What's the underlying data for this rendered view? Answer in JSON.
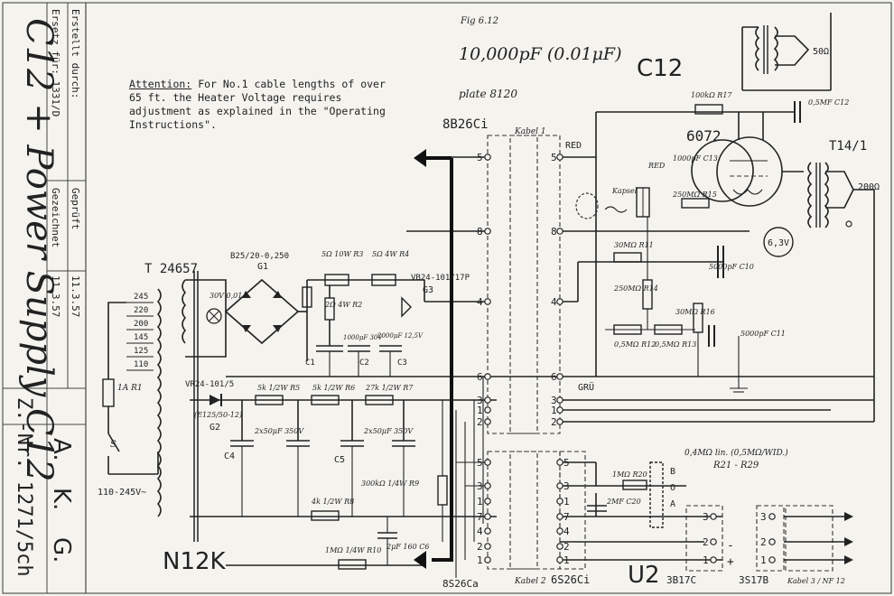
{
  "title_block": {
    "side_title": "C12 + Power Supply C12",
    "ersetzt_fuer": "Ersetz für: 1331/D",
    "erstellt_durch": "Erstellt durch:",
    "gepruft": "Geprüft",
    "gezeichnet": "Gezeichnet",
    "date1": "11.3.57",
    "date2": "11.3.57",
    "zeichnung_nr": "Z.-Nr. 1271/5ch",
    "company": [
      "A.",
      "K.",
      "G."
    ]
  },
  "notes": {
    "attention_head": "Attention:",
    "attention_body": "For No.1 cable lengths of over 65 ft. the Heater Voltage requires adjustment as explained in the \"Operating Instructions\".",
    "fig": "Fig 6.12",
    "capacitance": "10,000pF (0.01μF)",
    "plate": "plate 8120"
  },
  "labels": {
    "c12": "C12",
    "n12k": "N12K",
    "u2": "U2",
    "t24657": "T 24657",
    "b25": "B25/20-0,250",
    "g1": "G1",
    "vr24": "VR24-101/5",
    "g2": "G2",
    "e125": "(E125/50-12)",
    "vb24": "VB24-101/17P",
    "g3": "G3",
    "plug_top": "8B26Ci",
    "kabel1": "Kabel 1",
    "red_top": "RED",
    "grn": "GRÜ",
    "tube": "6072",
    "t14": "T14/1",
    "ohm50": "50Ω",
    "ohm200": "200Ω",
    "v63": "6,3V",
    "r17": "100kΩ R17",
    "c12cap": "0,5MF C12",
    "c13": "1000pF C13",
    "red2": "RED",
    "r15": "250MΩ R15",
    "kapsel": "Kapsel",
    "r11": "30MΩ R11",
    "c10": "5000pF C10",
    "r14": "250MΩ R14",
    "r16": "30MΩ R16",
    "c11": "5000pF C11",
    "r12": "0,5MΩ R12",
    "r13": "0,5MΩ R13",
    "r3": "5Ω 10W R3",
    "r4": "5Ω 4W R4",
    "r2": "2Ω 4W R2",
    "lamp": "30V 0,01A",
    "c1": "C1",
    "c2": "C2",
    "c3": "C3",
    "c2v": "1000μF 30V",
    "c3v": "2000μF 12,5V",
    "r5": "5k 1/2W R5",
    "r6": "5k 1/2W R6",
    "r7": "27k 1/2W R7",
    "c4": "C4",
    "c5": "C5",
    "c4v": "2x50μF 350V",
    "c5v": "2x50μF 350V",
    "r8": "4k 1/2W R8",
    "r9": "300kΩ 1/4W R9",
    "r10": "1MΩ 1/4W R10",
    "c6": "2μF 160 C6",
    "r1": "1A R1",
    "s": "S",
    "mains": "110-245V~",
    "taps": [
      "245",
      "220",
      "200",
      "145",
      "125",
      "110"
    ],
    "plug_bottom_left": "8S26Ca",
    "kabel2": "Kabel 2",
    "plug_bottom": "6S26Ci",
    "b3": "3B17C",
    "s3": "3S17B",
    "kabel3": "Kabel 3 / NF 12",
    "r20": "1MΩ R20",
    "c20": "2MF C20",
    "pot": "0,4MΩ lin. (0,5MΩ/WID.)",
    "r21": "R21 - R29",
    "pot_marks": [
      "B",
      "O",
      "A"
    ],
    "plus": "+",
    "minus": "-",
    "top_pins": [
      "5",
      "8",
      "4",
      "6",
      "3",
      "1",
      "2"
    ],
    "mid_pins": [
      "6",
      "5",
      "3",
      "1",
      "2"
    ],
    "bot_pins": [
      "5",
      "3",
      "1",
      "7",
      "4",
      "2",
      "1"
    ],
    "out3_pins": [
      "3",
      "2",
      "1"
    ],
    "xlr_pins": [
      "3",
      "2",
      "1"
    ]
  }
}
